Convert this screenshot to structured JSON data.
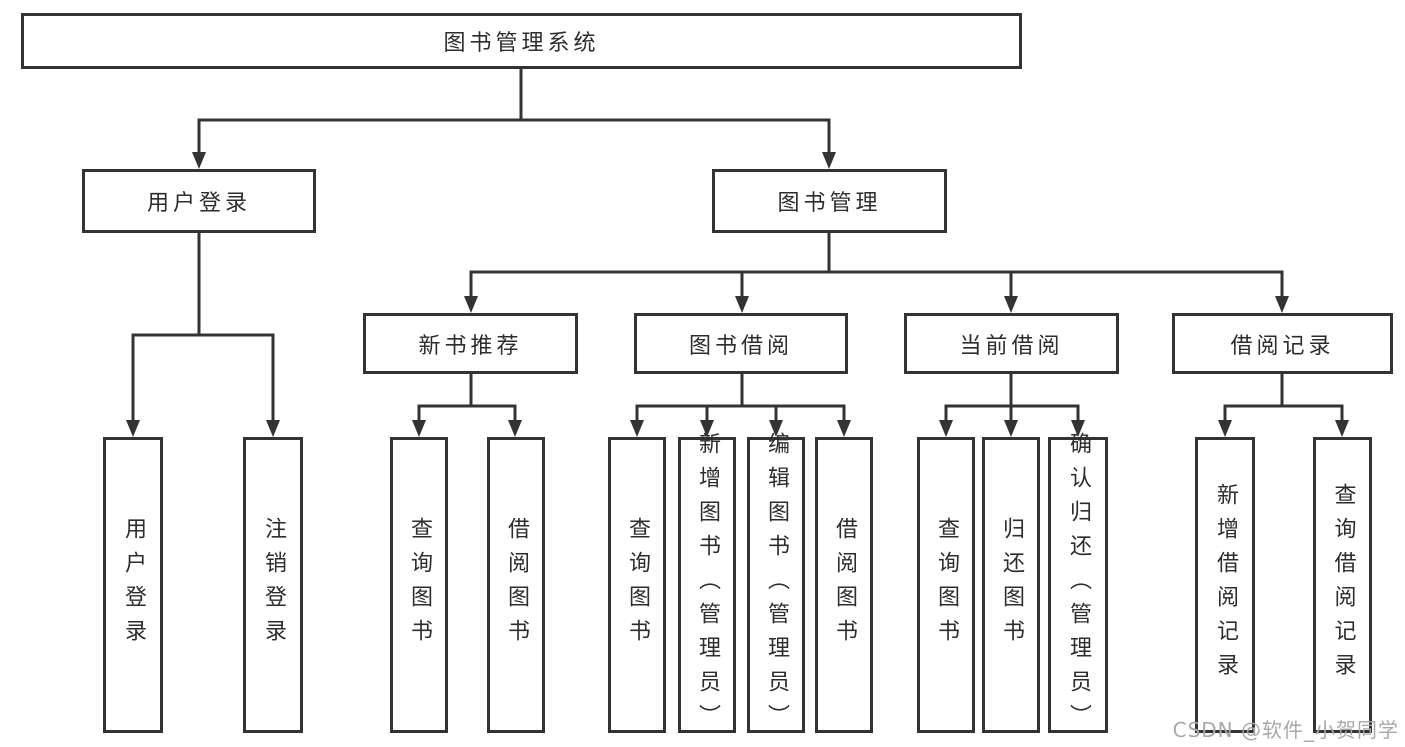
{
  "diagram": {
    "root_label": "图书管理系统",
    "branches": [
      {
        "label": "用户登录",
        "children": [
          {
            "label": "用户登录"
          },
          {
            "label": "注销登录"
          }
        ]
      },
      {
        "label": "图书管理",
        "subsections": [
          {
            "label": "新书推荐",
            "children": [
              {
                "label": "查询图书"
              },
              {
                "label": "借阅图书"
              }
            ]
          },
          {
            "label": "图书借阅",
            "children": [
              {
                "label": "查询图书"
              },
              {
                "label": "新增图书（管理员）"
              },
              {
                "label": "编辑图书（管理员）"
              },
              {
                "label": "借阅图书"
              }
            ]
          },
          {
            "label": "当前借阅",
            "children": [
              {
                "label": "查询图书"
              },
              {
                "label": "归还图书"
              },
              {
                "label": "确认归还（管理员）"
              }
            ]
          },
          {
            "label": "借阅记录",
            "children": [
              {
                "label": "新增借阅记录"
              },
              {
                "label": "查询借阅记录"
              }
            ]
          }
        ]
      }
    ]
  },
  "watermark": {
    "text": "CSDN @软件_小贺同学"
  },
  "colors": {
    "line": "#333333",
    "text": "#2d2d2d",
    "background": "#ffffff",
    "watermark": "#a9a9a9"
  }
}
